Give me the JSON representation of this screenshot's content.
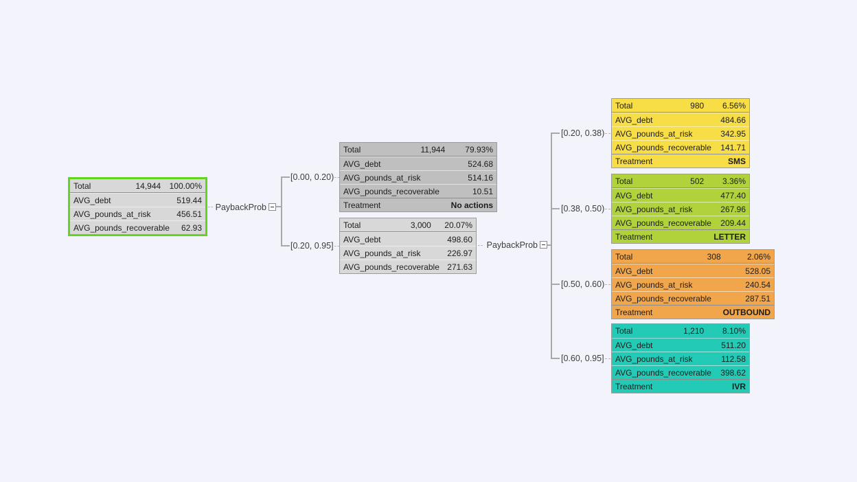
{
  "colors": {
    "canvas_background": "#F3F3FB",
    "root_highlight_border": "#63D41F",
    "gray_node": "#D8D8D8",
    "no_actions_node": "#BFBFBF",
    "sms_node": "#F7DE46",
    "letter_node": "#B0D33C",
    "outbound_node": "#F2A64B",
    "ivr_node": "#23CBB7",
    "connector": "#A8A8A8"
  },
  "icons": {
    "collapse": "minus-in-box"
  },
  "splits": {
    "first": {
      "attribute": "PaybackProb",
      "branches": [
        "[0.00, 0.20)",
        "[0.20, 0.95]"
      ]
    },
    "second": {
      "attribute": "PaybackProb",
      "branches": [
        "[0.20, 0.38)",
        "[0.38, 0.50)",
        "[0.50, 0.60)",
        "[0.60, 0.95]"
      ]
    }
  },
  "nodes": {
    "root": {
      "total_label": "Total",
      "total_count": "14,944",
      "total_pct": "100.00%",
      "stats": [
        {
          "label": "AVG_debt",
          "value": "519.44"
        },
        {
          "label": "AVG_pounds_at_risk",
          "value": "456.51"
        },
        {
          "label": "AVG_pounds_recoverable",
          "value": "62.93"
        }
      ]
    },
    "no_actions": {
      "total_label": "Total",
      "total_count": "11,944",
      "total_pct": "79.93%",
      "stats": [
        {
          "label": "AVG_debt",
          "value": "524.68"
        },
        {
          "label": "AVG_pounds_at_risk",
          "value": "514.16"
        },
        {
          "label": "AVG_pounds_recoverable",
          "value": "10.51"
        }
      ],
      "treatment_label": "Treatment",
      "treatment_value": "No actions"
    },
    "second_parent": {
      "total_label": "Total",
      "total_count": "3,000",
      "total_pct": "20.07%",
      "stats": [
        {
          "label": "AVG_debt",
          "value": "498.60"
        },
        {
          "label": "AVG_pounds_at_risk",
          "value": "226.97"
        },
        {
          "label": "AVG_pounds_recoverable",
          "value": "271.63"
        }
      ]
    },
    "sms": {
      "total_label": "Total",
      "total_count": "980",
      "total_pct": "6.56%",
      "stats": [
        {
          "label": "AVG_debt",
          "value": "484.66"
        },
        {
          "label": "AVG_pounds_at_risk",
          "value": "342.95"
        },
        {
          "label": "AVG_pounds_recoverable",
          "value": "141.71"
        }
      ],
      "treatment_label": "Treatment",
      "treatment_value": "SMS"
    },
    "letter": {
      "total_label": "Total",
      "total_count": "502",
      "total_pct": "3.36%",
      "stats": [
        {
          "label": "AVG_debt",
          "value": "477.40"
        },
        {
          "label": "AVG_pounds_at_risk",
          "value": "267.96"
        },
        {
          "label": "AVG_pounds_recoverable",
          "value": "209.44"
        }
      ],
      "treatment_label": "Treatment",
      "treatment_value": "LETTER"
    },
    "outbound": {
      "total_label": "Total",
      "total_count": "308",
      "total_pct": "2.06%",
      "stats": [
        {
          "label": "AVG_debt",
          "value": "528.05"
        },
        {
          "label": "AVG_pounds_at_risk",
          "value": "240.54"
        },
        {
          "label": "AVG_pounds_recoverable",
          "value": "287.51"
        }
      ],
      "treatment_label": "Treatment",
      "treatment_value": "OUTBOUND"
    },
    "ivr": {
      "total_label": "Total",
      "total_count": "1,210",
      "total_pct": "8.10%",
      "stats": [
        {
          "label": "AVG_debt",
          "value": "511.20"
        },
        {
          "label": "AVG_pounds_at_risk",
          "value": "112.58"
        },
        {
          "label": "AVG_pounds_recoverable",
          "value": "398.62"
        }
      ],
      "treatment_label": "Treatment",
      "treatment_value": "IVR"
    }
  }
}
